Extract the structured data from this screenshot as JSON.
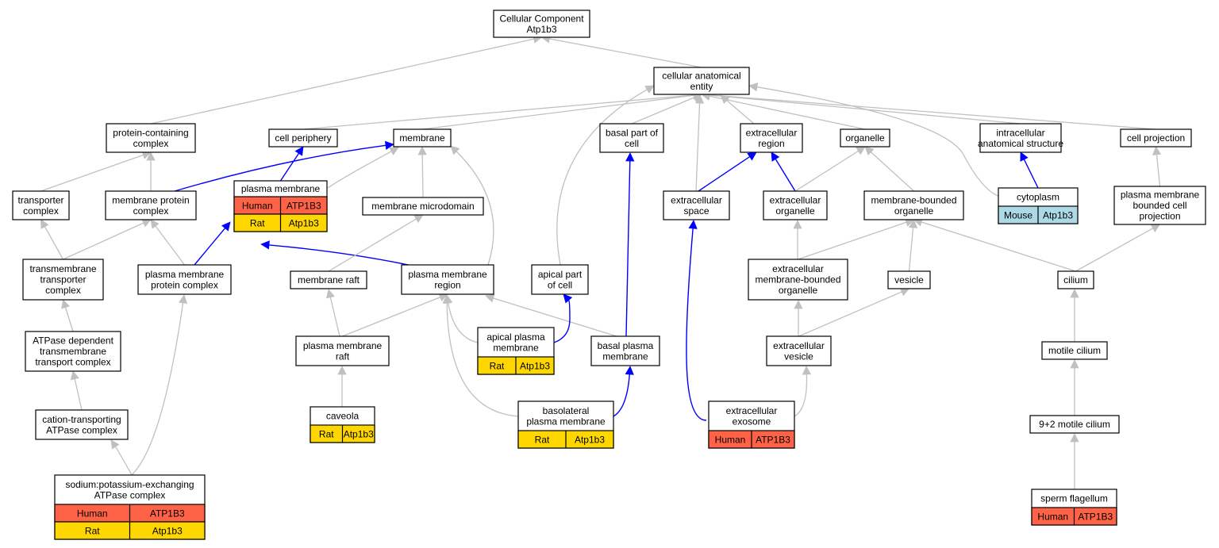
{
  "colors": {
    "human": "#ff6347",
    "rat": "#ffd700",
    "mouse": "#add8e6",
    "edge_inferred": "#c0c0c0",
    "edge_annotated": "#0000ff"
  },
  "nodes": [
    {
      "id": "root",
      "lines": [
        "Cellular Component",
        "Atp1b3"
      ]
    },
    {
      "id": "cae",
      "lines": [
        "cellular anatomical",
        "entity"
      ]
    },
    {
      "id": "pcc",
      "lines": [
        "protein-containing",
        "complex"
      ]
    },
    {
      "id": "cper",
      "lines": [
        "cell periphery"
      ]
    },
    {
      "id": "mem",
      "lines": [
        "membrane"
      ]
    },
    {
      "id": "bpc",
      "lines": [
        "basal part of",
        "cell"
      ]
    },
    {
      "id": "exr",
      "lines": [
        "extracellular",
        "region"
      ]
    },
    {
      "id": "org",
      "lines": [
        "organelle"
      ]
    },
    {
      "id": "ias",
      "lines": [
        "intracellular",
        "anatomical structure"
      ]
    },
    {
      "id": "cproj",
      "lines": [
        "cell projection"
      ]
    },
    {
      "id": "tc",
      "lines": [
        "transporter",
        "complex"
      ]
    },
    {
      "id": "mpc",
      "lines": [
        "membrane protein",
        "complex"
      ]
    },
    {
      "id": "pm",
      "lines": [
        "plasma membrane"
      ],
      "rows": [
        {
          "species": "Human",
          "gene": "ATP1B3"
        },
        {
          "species": "Rat",
          "gene": "Atp1b3"
        }
      ]
    },
    {
      "id": "mmd",
      "lines": [
        "membrane microdomain"
      ]
    },
    {
      "id": "exs",
      "lines": [
        "extracellular",
        "space"
      ]
    },
    {
      "id": "exo",
      "lines": [
        "extracellular",
        "organelle"
      ]
    },
    {
      "id": "mbo",
      "lines": [
        "membrane-bounded",
        "organelle"
      ]
    },
    {
      "id": "cyto",
      "lines": [
        "cytoplasm"
      ],
      "rows": [
        {
          "species": "Mouse",
          "gene": "Atp1b3"
        }
      ]
    },
    {
      "id": "pmbcp",
      "lines": [
        "plasma membrane",
        "bounded cell",
        "projection"
      ]
    },
    {
      "id": "ttc",
      "lines": [
        "transmembrane",
        "transporter",
        "complex"
      ]
    },
    {
      "id": "pmpc",
      "lines": [
        "plasma membrane",
        "protein complex"
      ]
    },
    {
      "id": "mraft",
      "lines": [
        "membrane raft"
      ]
    },
    {
      "id": "pmr",
      "lines": [
        "plasma membrane",
        "region"
      ]
    },
    {
      "id": "apc",
      "lines": [
        "apical part",
        "of cell"
      ]
    },
    {
      "id": "exmbo",
      "lines": [
        "extracellular",
        "membrane-bounded",
        "organelle"
      ]
    },
    {
      "id": "ves",
      "lines": [
        "vesicle"
      ]
    },
    {
      "id": "cil",
      "lines": [
        "cilium"
      ]
    },
    {
      "id": "atpdep",
      "lines": [
        "ATPase dependent",
        "transmembrane",
        "transport complex"
      ]
    },
    {
      "id": "pmraft",
      "lines": [
        "plasma membrane",
        "raft"
      ]
    },
    {
      "id": "apm",
      "lines": [
        "apical plasma",
        "membrane"
      ],
      "rows": [
        {
          "species": "Rat",
          "gene": "Atp1b3"
        }
      ]
    },
    {
      "id": "bpm",
      "lines": [
        "basal plasma",
        "membrane"
      ]
    },
    {
      "id": "exv",
      "lines": [
        "extracellular",
        "vesicle"
      ]
    },
    {
      "id": "mcil",
      "lines": [
        "motile cilium"
      ]
    },
    {
      "id": "catp",
      "lines": [
        "cation-transporting",
        "ATPase complex"
      ]
    },
    {
      "id": "cav",
      "lines": [
        "caveola"
      ],
      "rows": [
        {
          "species": "Rat",
          "gene": "Atp1b3"
        }
      ]
    },
    {
      "id": "blpm",
      "lines": [
        "basolateral",
        "plasma membrane"
      ],
      "rows": [
        {
          "species": "Rat",
          "gene": "Atp1b3"
        }
      ]
    },
    {
      "id": "exosome",
      "lines": [
        "extracellular",
        "exosome"
      ],
      "rows": [
        {
          "species": "Human",
          "gene": "ATP1B3"
        }
      ]
    },
    {
      "id": "m92",
      "lines": [
        "9+2 motile cilium"
      ]
    },
    {
      "id": "nak",
      "lines": [
        "sodium:potassium-exchanging",
        "ATPase complex"
      ],
      "rows": [
        {
          "species": "Human",
          "gene": "ATP1B3"
        },
        {
          "species": "Rat",
          "gene": "Atp1b3"
        }
      ]
    },
    {
      "id": "sperm",
      "lines": [
        "sperm flagellum"
      ],
      "rows": [
        {
          "species": "Human",
          "gene": "ATP1B3"
        }
      ]
    }
  ],
  "edges": [
    {
      "from": "cae",
      "to": "root",
      "kind": "gray"
    },
    {
      "from": "pcc",
      "to": "root",
      "kind": "gray"
    },
    {
      "from": "cper",
      "to": "cae",
      "kind": "gray"
    },
    {
      "from": "mem",
      "to": "cae",
      "kind": "gray"
    },
    {
      "from": "apc",
      "to": "cae",
      "kind": "gray"
    },
    {
      "from": "bpc",
      "to": "cae",
      "kind": "gray"
    },
    {
      "from": "exs",
      "to": "cae",
      "kind": "gray"
    },
    {
      "from": "exr",
      "to": "cae",
      "kind": "gray"
    },
    {
      "from": "org",
      "to": "cae",
      "kind": "gray"
    },
    {
      "from": "cyto",
      "to": "cae",
      "kind": "gray"
    },
    {
      "from": "ias",
      "to": "cae",
      "kind": "gray"
    },
    {
      "from": "cproj",
      "to": "cae",
      "kind": "gray"
    },
    {
      "from": "tc",
      "to": "pcc",
      "kind": "gray"
    },
    {
      "from": "mpc",
      "to": "pcc",
      "kind": "gray"
    },
    {
      "from": "mpc",
      "to": "mem",
      "kind": "blue"
    },
    {
      "from": "pm",
      "to": "cper",
      "kind": "blue"
    },
    {
      "from": "pm",
      "to": "mem",
      "kind": "gray"
    },
    {
      "from": "mmd",
      "to": "mem",
      "kind": "gray"
    },
    {
      "from": "pmr",
      "to": "mem",
      "kind": "gray"
    },
    {
      "from": "bpm",
      "to": "bpc",
      "kind": "blue"
    },
    {
      "from": "exs",
      "to": "exr",
      "kind": "blue"
    },
    {
      "from": "exo",
      "to": "exr",
      "kind": "blue"
    },
    {
      "from": "exo",
      "to": "org",
      "kind": "gray"
    },
    {
      "from": "mbo",
      "to": "org",
      "kind": "gray"
    },
    {
      "from": "cyto",
      "to": "ias",
      "kind": "blue"
    },
    {
      "from": "pmbcp",
      "to": "cproj",
      "kind": "gray"
    },
    {
      "from": "ttc",
      "to": "tc",
      "kind": "gray"
    },
    {
      "from": "ttc",
      "to": "mpc",
      "kind": "gray"
    },
    {
      "from": "pmpc",
      "to": "mpc",
      "kind": "gray"
    },
    {
      "from": "pmpc",
      "to": "pm",
      "kind": "blue"
    },
    {
      "from": "pmr",
      "to": "pm",
      "kind": "blue"
    },
    {
      "from": "mraft",
      "to": "mmd",
      "kind": "gray"
    },
    {
      "from": "exosome",
      "to": "exs",
      "kind": "blue"
    },
    {
      "from": "exmbo",
      "to": "exo",
      "kind": "gray"
    },
    {
      "from": "exmbo",
      "to": "mbo",
      "kind": "gray"
    },
    {
      "from": "ves",
      "to": "mbo",
      "kind": "gray"
    },
    {
      "from": "cil",
      "to": "mbo",
      "kind": "gray"
    },
    {
      "from": "cil",
      "to": "pmbcp",
      "kind": "gray"
    },
    {
      "from": "atpdep",
      "to": "ttc",
      "kind": "gray"
    },
    {
      "from": "nak",
      "to": "pmpc",
      "kind": "gray"
    },
    {
      "from": "pmraft",
      "to": "mraft",
      "kind": "gray"
    },
    {
      "from": "pmraft",
      "to": "pmr",
      "kind": "gray"
    },
    {
      "from": "apm",
      "to": "pmr",
      "kind": "gray"
    },
    {
      "from": "bpm",
      "to": "pmr",
      "kind": "gray"
    },
    {
      "from": "blpm",
      "to": "pmr",
      "kind": "gray"
    },
    {
      "from": "apm",
      "to": "apc",
      "kind": "blue"
    },
    {
      "from": "blpm",
      "to": "bpm",
      "kind": "blue"
    },
    {
      "from": "exv",
      "to": "exmbo",
      "kind": "gray"
    },
    {
      "from": "exv",
      "to": "ves",
      "kind": "gray"
    },
    {
      "from": "exosome",
      "to": "exv",
      "kind": "gray"
    },
    {
      "from": "mcil",
      "to": "cil",
      "kind": "gray"
    },
    {
      "from": "catp",
      "to": "atpdep",
      "kind": "gray"
    },
    {
      "from": "nak",
      "to": "catp",
      "kind": "gray"
    },
    {
      "from": "cav",
      "to": "pmraft",
      "kind": "gray"
    },
    {
      "from": "m92",
      "to": "mcil",
      "kind": "gray"
    },
    {
      "from": "sperm",
      "to": "m92",
      "kind": "gray"
    }
  ]
}
